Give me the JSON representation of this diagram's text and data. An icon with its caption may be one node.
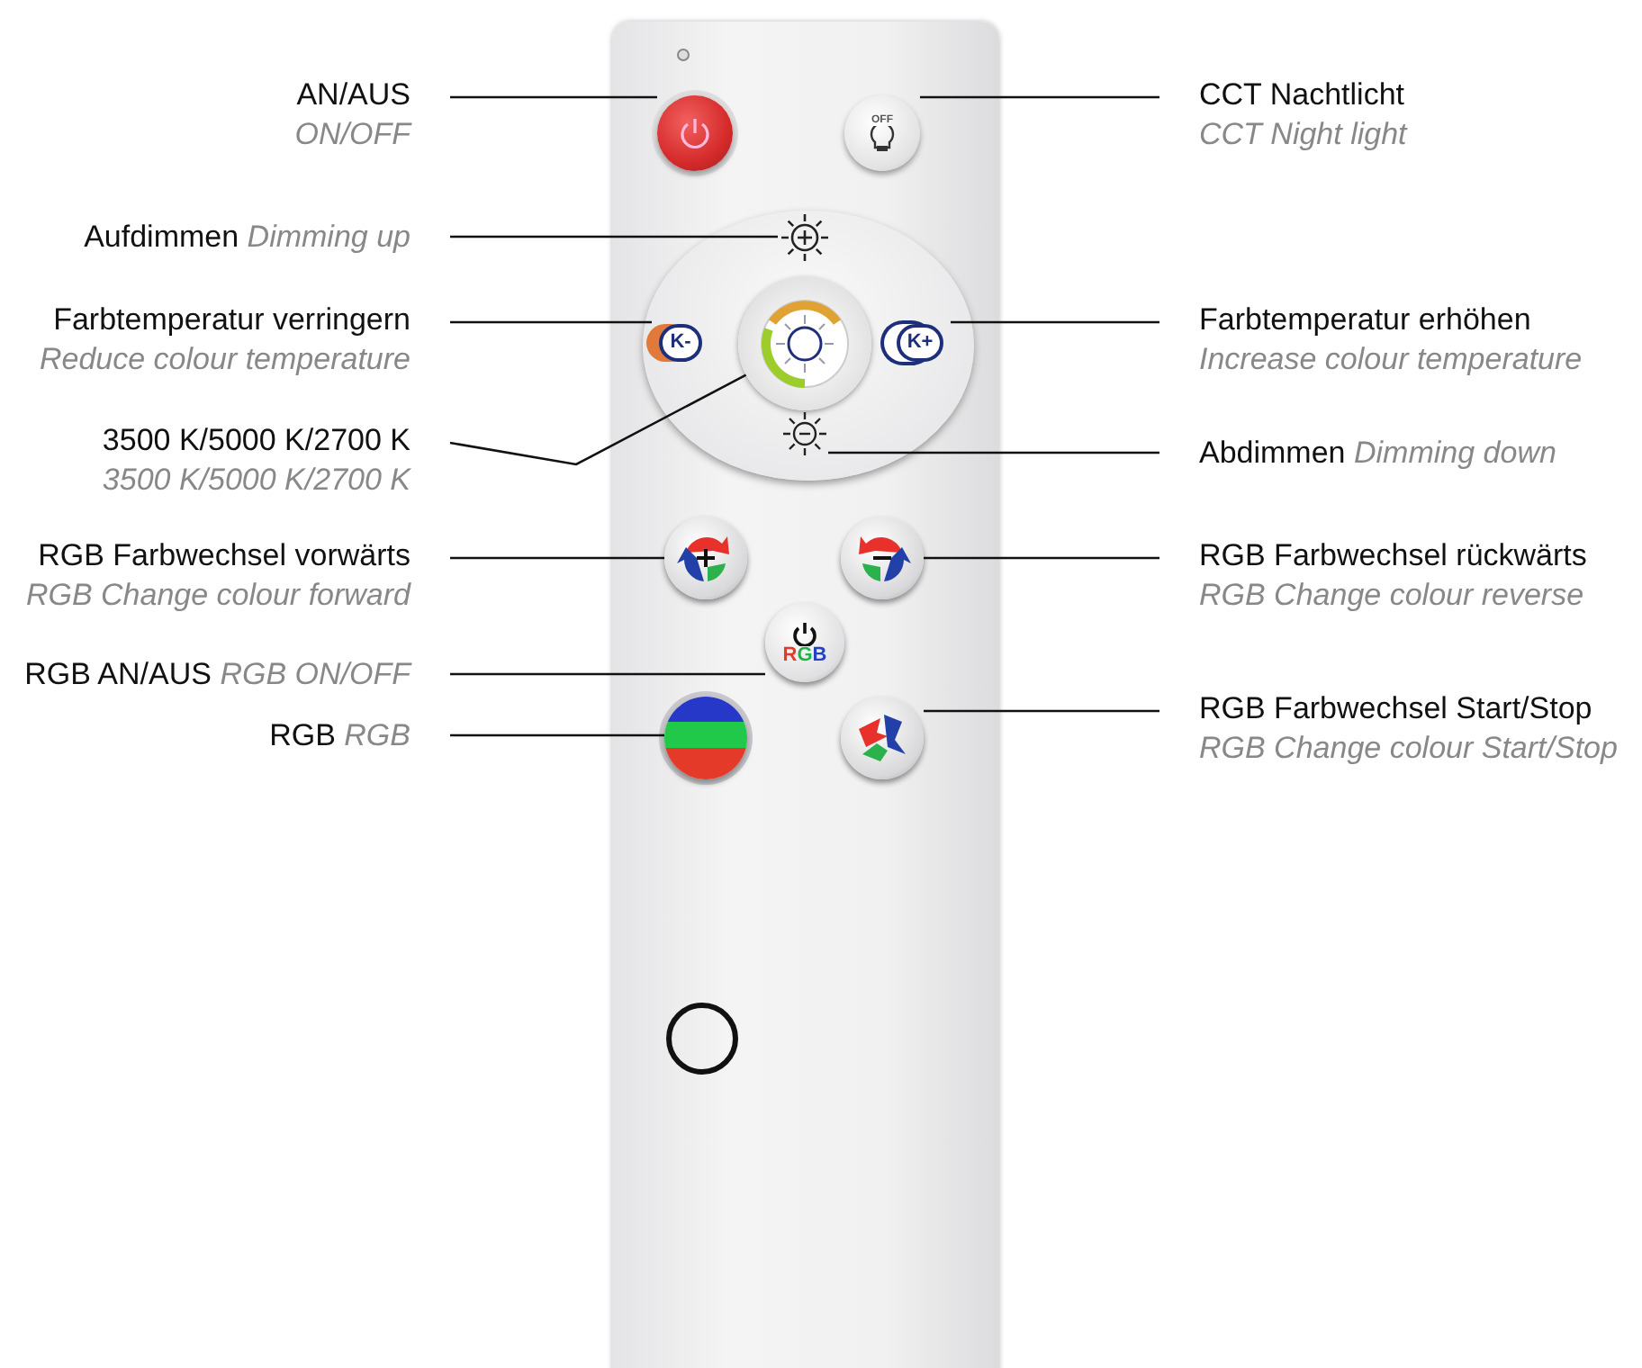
{
  "diagram": {
    "nodes": [
      {
        "text": [
          "AN/AUS",
          "ON/OFF"
        ]
      },
      {
        "text": [
          "CCT Nachtlicht",
          "CCT Night light"
        ]
      },
      {
        "text": [
          "Aufdimmen",
          "Dimming up"
        ]
      },
      {
        "text": [
          "Farbtemperatur verringern",
          "Reduce colour temperature"
        ]
      },
      {
        "text": [
          "Farbtemperatur erhöhen",
          "Increase colour temperature"
        ]
      },
      {
        "text": [
          "3500 K/5000 K/2700 K",
          "3500 K/5000 K/2700 K"
        ]
      },
      {
        "text": [
          "Abdimmen",
          "Dimming down"
        ]
      },
      {
        "text": [
          "RGB Farbwechsel vorwärts",
          "RGB Change colour forward"
        ]
      },
      {
        "text": [
          "RGB Farbwechsel rückwärts",
          "RGB Change colour reverse"
        ]
      },
      {
        "text": [
          "RGB AN/AUS",
          "RGB ON/OFF"
        ]
      },
      {
        "text": [
          "RGB",
          "RGB"
        ]
      },
      {
        "text": [
          "RGB Farbwechsel Start/Stop",
          "RGB Change colour Start/Stop"
        ]
      },
      {
        "text": [],
        "shape": "box"
      },
      {
        "text": [],
        "shape": "circle",
        "in": 12
      },
      {
        "text": [
          "OFF"
        ],
        "in": 12
      },
      {
        "text": [],
        "shape": "circle",
        "in": 12
      },
      {
        "text": [],
        "shape": "picture",
        "in": 15
      },
      {
        "text": [
          "K-"
        ],
        "in": 15
      },
      {
        "text": [],
        "shape": "circle",
        "in": 15
      },
      {
        "text": [
          "K+"
        ],
        "in": 15
      },
      {
        "text": [],
        "shape": "picture",
        "in": 15
      },
      {
        "text": [],
        "shape": "circle",
        "in": 12
      },
      {
        "text": [],
        "shape": "circle",
        "in": 12
      },
      {
        "text": [
          "RGB"
        ],
        "in": 12
      },
      {
        "text": [],
        "shape": "circle",
        "in": 12
      },
      {
        "text": [],
        "shape": "circle",
        "in": 12
      },
      {
        "text": [],
        "shape": "circle",
        "in": 12
      }
    ],
    "edges": [
      {
        "from": 0,
        "to": 13,
        "arrow": "none"
      },
      {
        "from": 1,
        "to": 14,
        "arrow": "none"
      },
      {
        "from": 2,
        "to": 16,
        "arrow": "none"
      },
      {
        "from": 3,
        "to": 17,
        "arrow": "none"
      },
      {
        "from": 4,
        "to": 19,
        "arrow": "none"
      },
      {
        "from": 5,
        "to": 18,
        "arrow": "none"
      },
      {
        "from": 6,
        "to": 20,
        "arrow": "none"
      },
      {
        "from": 7,
        "to": 21,
        "arrow": "none"
      },
      {
        "from": 8,
        "to": 22,
        "arrow": "none"
      },
      {
        "from": 9,
        "to": 23,
        "arrow": "none"
      },
      {
        "from": 10,
        "to": 24,
        "arrow": "none"
      },
      {
        "from": 11,
        "to": 25,
        "arrow": "none"
      }
    ]
  }
}
